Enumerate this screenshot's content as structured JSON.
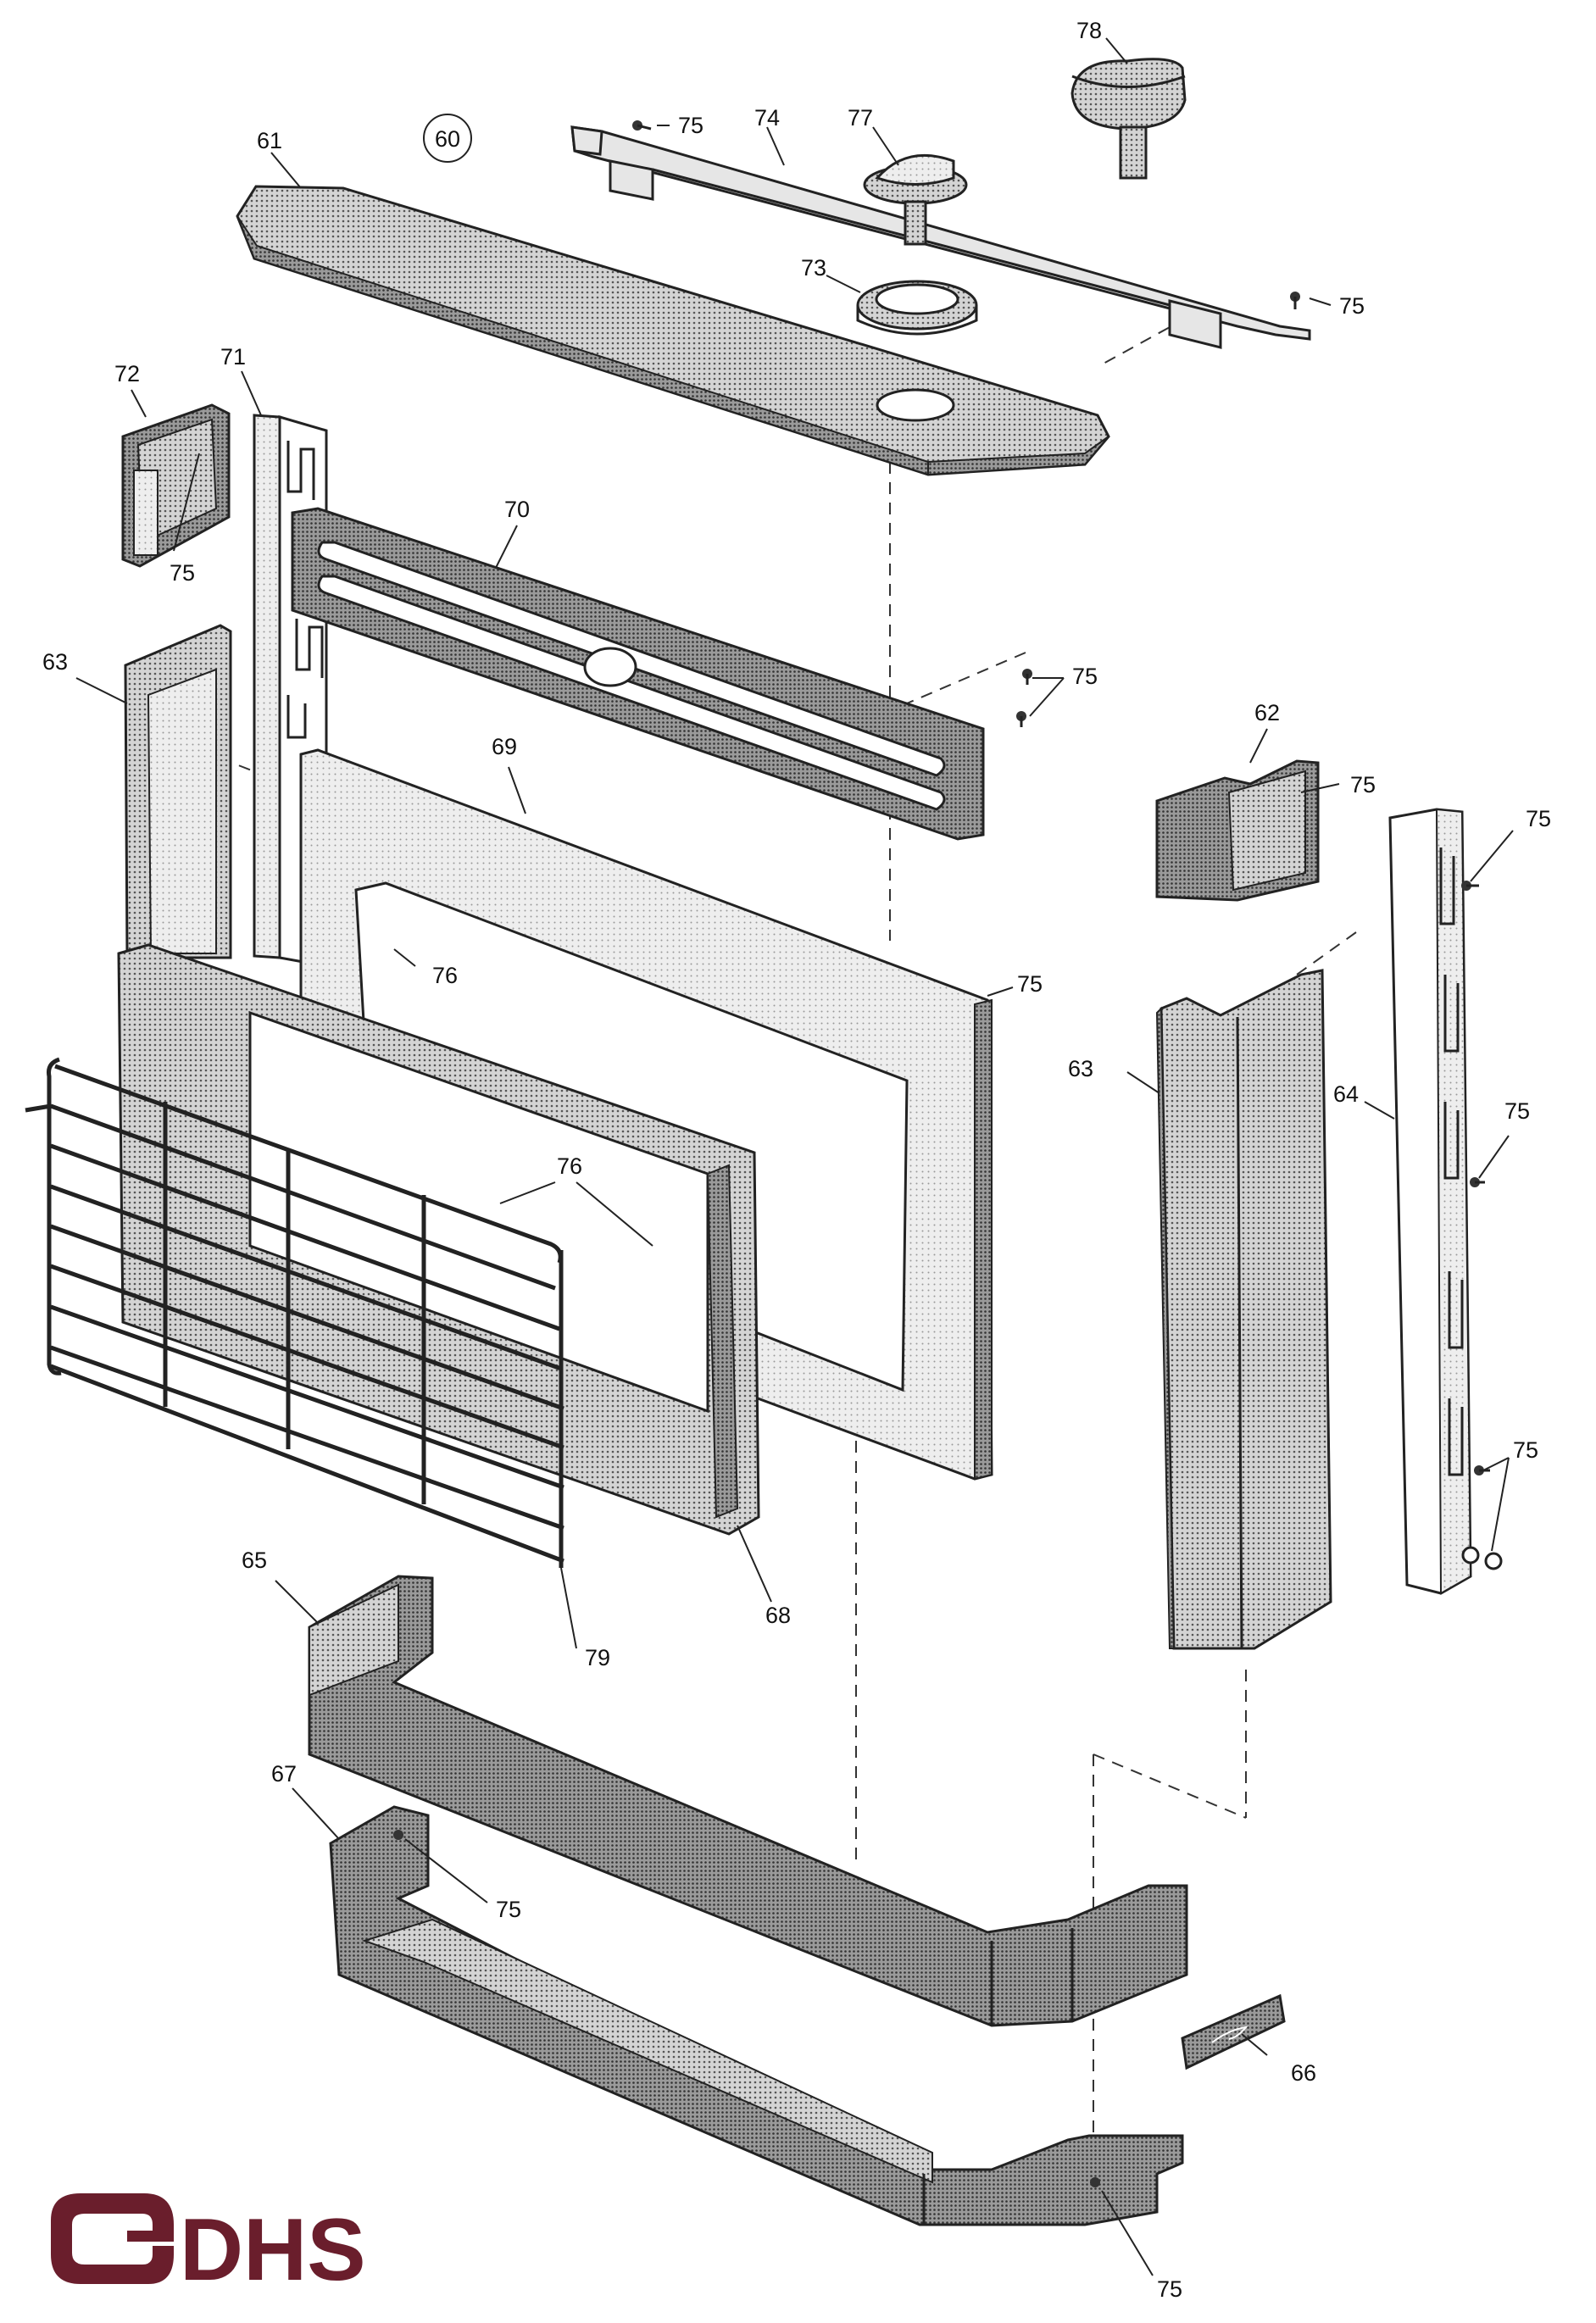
{
  "logo": {
    "text": "DHS",
    "color": "#6a1e2c"
  },
  "callouts": {
    "c60": "60",
    "c61": "61",
    "c62": "62",
    "c63": "63",
    "c64": "64",
    "c65": "65",
    "c66": "66",
    "c67": "67",
    "c68": "68",
    "c69": "69",
    "c70": "70",
    "c71": "71",
    "c72": "72",
    "c73": "73",
    "c74": "74",
    "c75": "75",
    "c76": "76",
    "c77": "77",
    "c78": "78",
    "c79": "79"
  }
}
